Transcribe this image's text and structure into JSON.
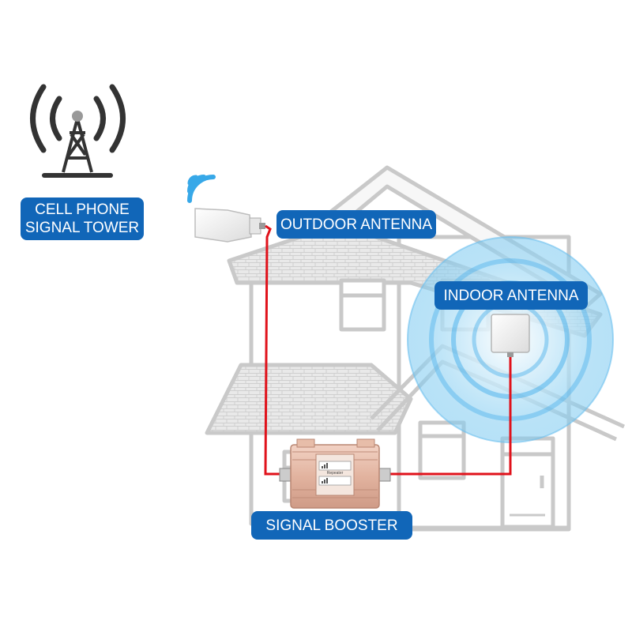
{
  "labels": {
    "tower_line1": "CELL PHONE",
    "tower_line2": "SIGNAL TOWER",
    "outdoor_antenna": "OUTDOOR ANTENNA",
    "indoor_antenna": "INDOOR ANTENNA",
    "signal_booster": "SIGNAL BOOSTER"
  },
  "booster_device": {
    "screen_text": "Repeater"
  },
  "colors": {
    "label_background": "#1166b8",
    "label_text": "#ffffff",
    "cable": "#e0121b",
    "house_outline": "#c9c9c9",
    "signal_waves": "#37a8e8",
    "tower_icon": "#333333"
  }
}
